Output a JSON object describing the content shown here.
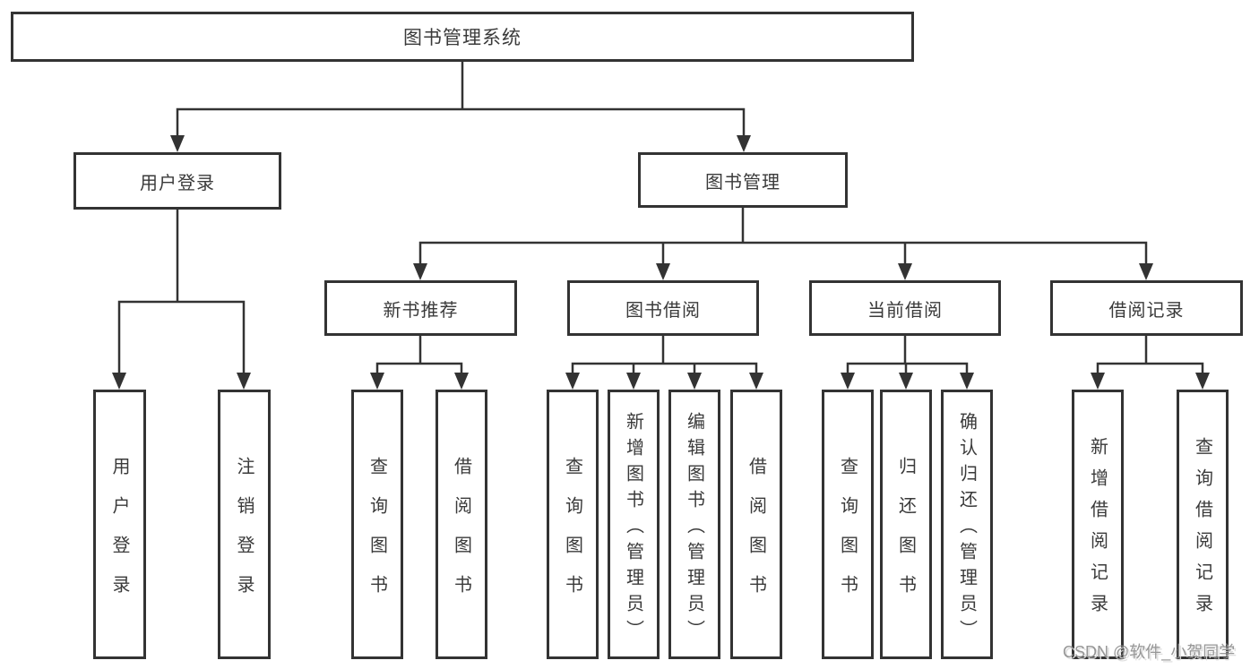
{
  "diagram": {
    "watermark": "CSDN @软件_小贺同学",
    "colors": {
      "line": "#333333",
      "box_border": "#333333",
      "text": "#3a3a3a",
      "background": "#ffffff",
      "watermark": "#8c8c8c"
    },
    "root": {
      "label": "图书管理系统"
    },
    "branches": [
      {
        "label": "用户登录",
        "children": [
          {
            "label": "用户登录"
          },
          {
            "label": "注销登录"
          }
        ]
      },
      {
        "label": "图书管理",
        "children": [
          {
            "label": "新书推荐",
            "children": [
              {
                "label": "查询图书"
              },
              {
                "label": "借阅图书"
              }
            ]
          },
          {
            "label": "图书借阅",
            "children": [
              {
                "label": "查询图书"
              },
              {
                "label": "新增图书（管理员）"
              },
              {
                "label": "编辑图书（管理员）"
              },
              {
                "label": "借阅图书"
              }
            ]
          },
          {
            "label": "当前借阅",
            "children": [
              {
                "label": "查询图书"
              },
              {
                "label": "归还图书"
              },
              {
                "label": "确认归还（管理员）"
              }
            ]
          },
          {
            "label": "借阅记录",
            "children": [
              {
                "label": "新增借阅记录"
              },
              {
                "label": "查询借阅记录"
              }
            ]
          }
        ]
      }
    ]
  }
}
